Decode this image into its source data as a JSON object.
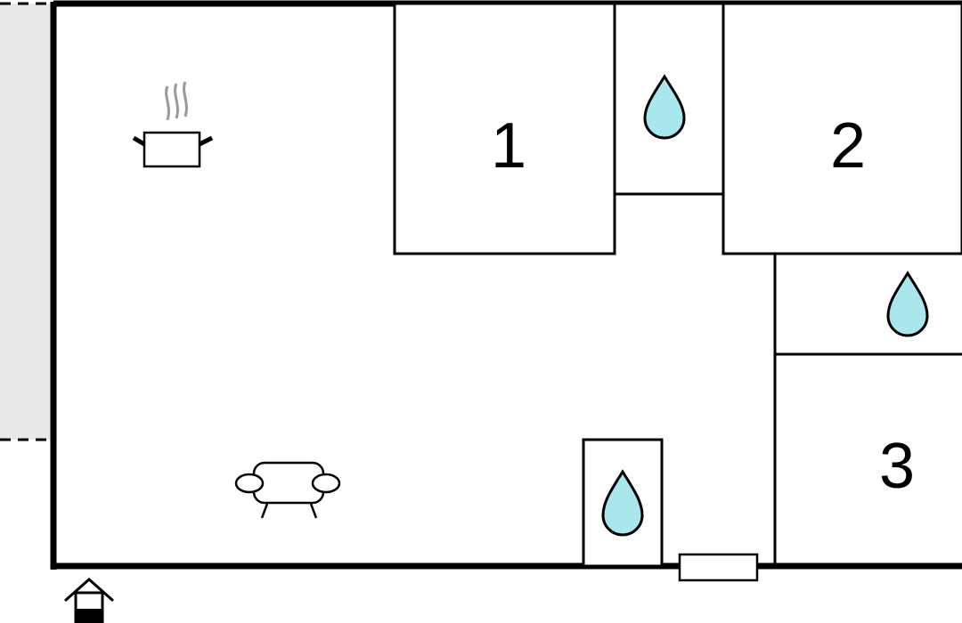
{
  "plan": {
    "rooms": [
      {
        "id": "bedroom-1",
        "label": "1"
      },
      {
        "id": "bedroom-2",
        "label": "2"
      },
      {
        "id": "bedroom-3",
        "label": "3"
      }
    ],
    "icons": [
      {
        "name": "cooking-pot-icon",
        "meaning": "kitchen"
      },
      {
        "name": "sofa-icon",
        "meaning": "living-area"
      },
      {
        "name": "water-drop-icon",
        "meaning": "bathroom"
      },
      {
        "name": "entrance-icon",
        "meaning": "entrance"
      }
    ],
    "colors": {
      "wall": "#000000",
      "floor": "#ffffff",
      "terrace": "#e8e8e8",
      "water": "#a8e8ec",
      "steam": "#9a9a9a"
    }
  }
}
